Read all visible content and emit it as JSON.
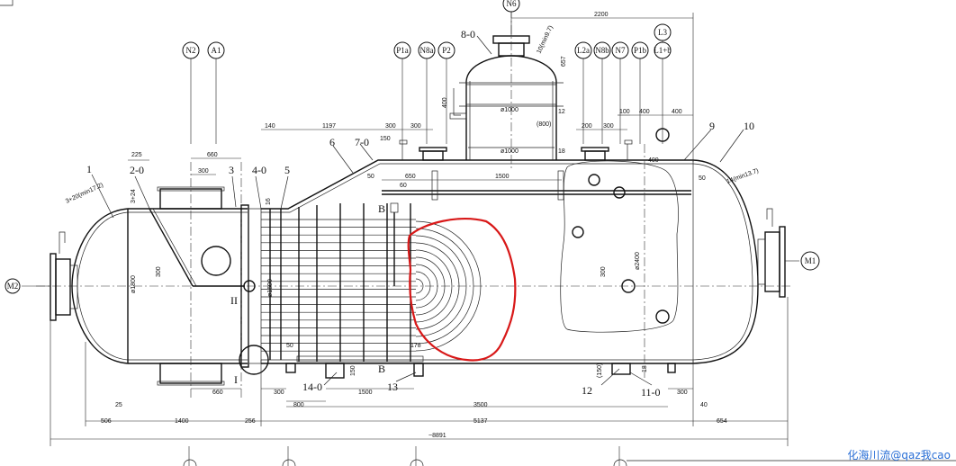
{
  "nozzle_tags": [
    {
      "id": "N6",
      "label": "N6"
    },
    {
      "id": "N2",
      "label": "N2"
    },
    {
      "id": "A1",
      "label": "A1"
    },
    {
      "id": "P1a",
      "label": "P1a"
    },
    {
      "id": "N8a",
      "label": "N8a"
    },
    {
      "id": "P2",
      "label": "P2"
    },
    {
      "id": "L2a",
      "label": "L2a"
    },
    {
      "id": "N8b",
      "label": "N8b"
    },
    {
      "id": "N7",
      "label": "N7"
    },
    {
      "id": "P1b",
      "label": "P1b"
    },
    {
      "id": "L3",
      "label": "L3"
    },
    {
      "id": "L1b",
      "label": "L1+b"
    },
    {
      "id": "M1",
      "label": "M1"
    },
    {
      "id": "M2",
      "label": "M2"
    }
  ],
  "part_numbers": {
    "p1": "1",
    "p2": "2-0",
    "p3": "3",
    "p4": "4-0",
    "p5": "5",
    "p6": "6",
    "p7": "7-0",
    "p8": "8-0",
    "p9": "9",
    "p10": "10",
    "p11": "11-0",
    "p12": "12",
    "p13": "13",
    "p14": "14-0"
  },
  "detail_marks": {
    "d1": "I",
    "d2": "II",
    "sec_b_top": "B",
    "sec_b_bot": "B"
  },
  "dimensions": {
    "d2200": "2200",
    "d660_top": "660",
    "d225": "225",
    "d300_a": "300",
    "d140": "140",
    "d1197": "1197",
    "d300_b": "300",
    "d300_c": "300",
    "d150": "150",
    "d650": "650",
    "d60": "60",
    "d50_a": "50",
    "d1500_top": "1500",
    "d50_b": "50",
    "d200": "200",
    "d300_d": "300",
    "d100": "100",
    "d400_a": "400",
    "d400_b": "400",
    "d400_c": "400",
    "d1000_a": "ø1000",
    "d1000_b": "ø1000",
    "d800": "(800)",
    "d12": "12",
    "d18_a": "18",
    "d657": "657",
    "d1800": "ø1800",
    "d1600": "ø1600",
    "d2400": "ø2400",
    "d300_v": "300",
    "d300_v2": "300",
    "d16": "16",
    "d50_c": "50",
    "d178": "178",
    "d150_v": "150",
    "d150_v2": "(150)",
    "d18_b": "18",
    "d660_bot": "660",
    "d300_e": "300",
    "d800_b": "800",
    "d1500_b": "1500",
    "d300_f": "300",
    "d25": "25",
    "d40": "40",
    "d506": "506",
    "d1400": "1400",
    "d256": "256",
    "d3500": "3500",
    "d5137": "5137",
    "d654": "654",
    "d8891": "~8891"
  },
  "head_notes": {
    "left": "3+20(min17.2)",
    "right": "14(min13.7)",
    "top": "10(min9.7)",
    "seg": "3+24"
  },
  "annotation": {
    "shape": "freehand loop",
    "color": "#d81818"
  },
  "watermark": "化海川流@qaz我cao"
}
